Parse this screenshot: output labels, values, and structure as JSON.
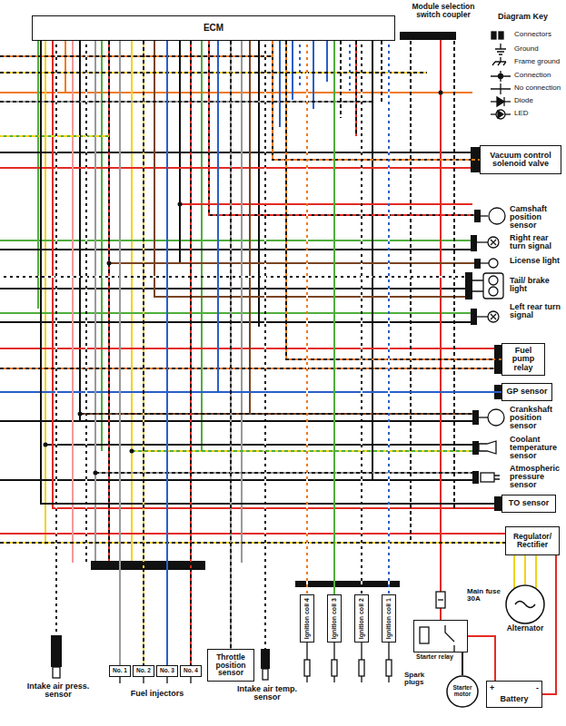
{
  "diagram": {
    "nodes": [
      {
        "text": [
          "ECM"
        ]
      },
      {
        "text": [
          "Module selection switch coupler"
        ]
      },
      {
        "text": [
          "Vacuum control solenoid valve"
        ]
      },
      {
        "text": [
          "Fuel pump relay"
        ]
      },
      {
        "text": [
          "GP sensor"
        ]
      },
      {
        "text": [
          "TO sensor"
        ]
      },
      {
        "text": [
          "Regulator/ Rectifier"
        ]
      },
      {
        "text": [
          "Alternator"
        ]
      },
      {
        "text": [
          "Ignition coil 4"
        ]
      },
      {
        "text": [
          "Ignition coil 3"
        ]
      },
      {
        "text": [
          "Ignition coil 2"
        ]
      },
      {
        "text": [
          "Ignition coil 1"
        ]
      },
      {
        "text": [
          "Throttle position sensor"
        ]
      },
      {
        "text": [
          "No. 1"
        ]
      },
      {
        "text": [
          "No. 2"
        ]
      },
      {
        "text": [
          "No. 3"
        ]
      },
      {
        "text": [
          "No. 4"
        ]
      },
      {
        "text": [
          "Starter relay"
        ]
      },
      {
        "text": [
          "Starter motor"
        ]
      },
      {
        "text": [
          "+",
          "-",
          "Battery"
        ]
      }
    ],
    "edges": [
      {
        "from": 0,
        "to": 2,
        "arrow": "none"
      },
      {
        "from": 0,
        "to": 3,
        "arrow": "none"
      },
      {
        "from": 0,
        "to": 4,
        "arrow": "none"
      },
      {
        "from": 0,
        "to": 5,
        "arrow": "none"
      },
      {
        "from": 0,
        "to": 12,
        "arrow": "none"
      },
      {
        "from": 0,
        "to": 8,
        "arrow": "none"
      },
      {
        "from": 0,
        "to": 9,
        "arrow": "none"
      },
      {
        "from": 0,
        "to": 10,
        "arrow": "none"
      },
      {
        "from": 0,
        "to": 11,
        "arrow": "none"
      },
      {
        "from": 0,
        "to": 13,
        "arrow": "none"
      },
      {
        "from": 0,
        "to": 14,
        "arrow": "none"
      },
      {
        "from": 0,
        "to": 15,
        "arrow": "none"
      },
      {
        "from": 0,
        "to": 16,
        "arrow": "none"
      },
      {
        "from": 6,
        "to": 7,
        "arrow": "none"
      },
      {
        "from": 19,
        "to": 6,
        "arrow": "none"
      },
      {
        "from": 19,
        "to": 17,
        "arrow": "none"
      },
      {
        "from": 17,
        "to": 18,
        "arrow": "none"
      }
    ],
    "labels": [
      "Diagram Key",
      "Camshaft position sensor",
      "Right rear turn signal",
      "License light",
      "Tail/ brake light",
      "Left rear turn signal",
      "Crankshaft position sensor",
      "Coolant temperature sensor",
      "Atmospheric pressure sensor",
      "Main fuse 30A",
      "Spark plugs",
      "Fuel injectors",
      "Intake air press. sensor",
      "Intake air temp. sensor"
    ],
    "legend": [
      {
        "text": "Connectors"
      },
      {
        "text": "Ground"
      },
      {
        "text": "Frame ground"
      },
      {
        "text": "Connection"
      },
      {
        "text": "No connection"
      },
      {
        "text": "Diode"
      },
      {
        "text": "LED"
      }
    ]
  }
}
